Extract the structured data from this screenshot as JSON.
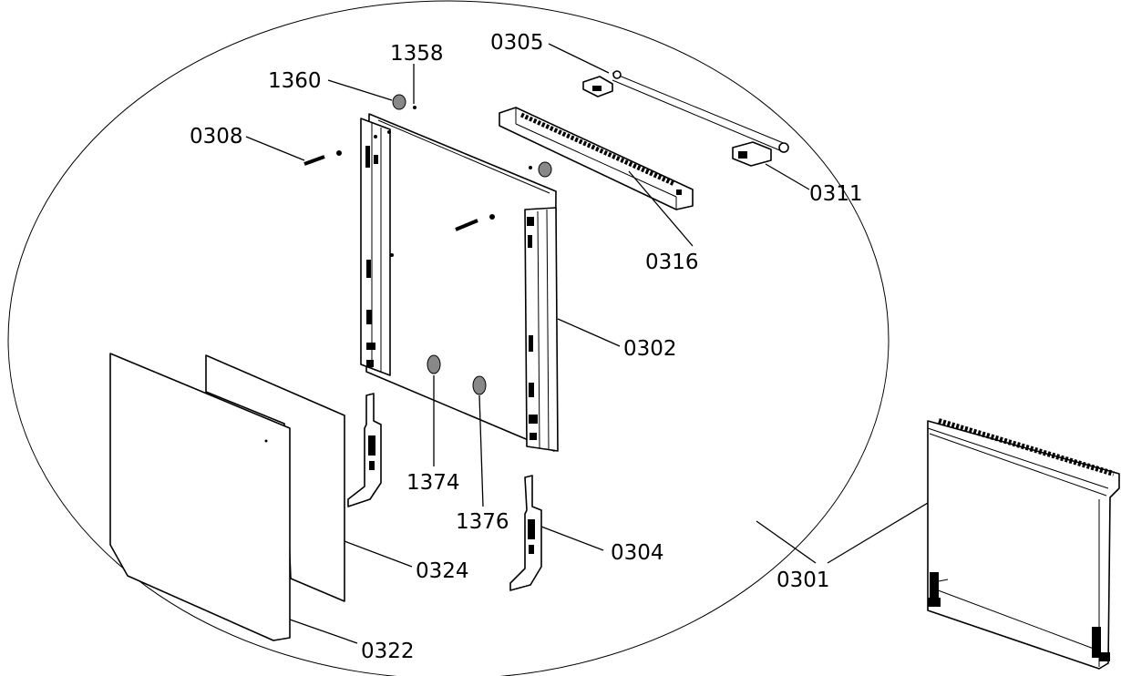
{
  "diagram": {
    "labels": {
      "p1358": "1358",
      "p1360": "1360",
      "p0305": "0305",
      "p0308": "0308",
      "p0311": "0311",
      "p0316": "0316",
      "p0302": "0302",
      "p1374": "1374",
      "p1376": "1376",
      "p0304": "0304",
      "p0324": "0324",
      "p0322": "0322",
      "p0301": "0301"
    }
  }
}
